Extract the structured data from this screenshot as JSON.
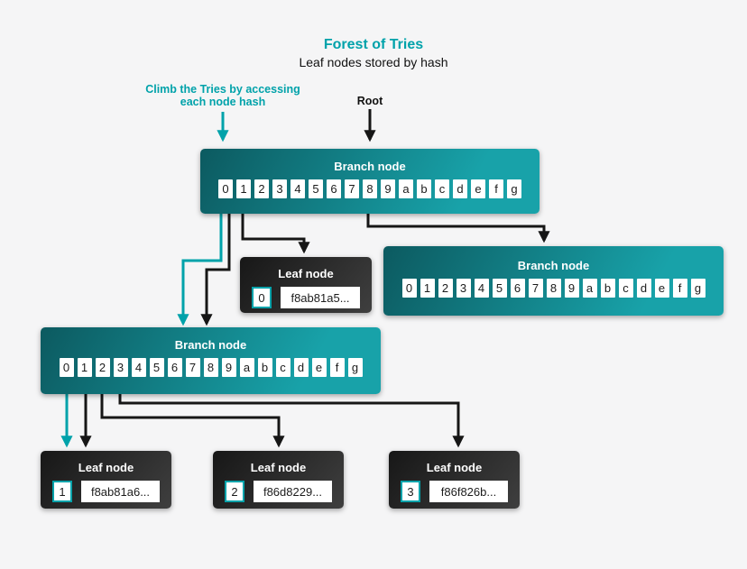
{
  "title": "Forest of Tries",
  "subtitle": "Leaf nodes stored by hash",
  "annotations": {
    "climb": "Climb the Tries by accessing each node hash",
    "root": "Root"
  },
  "colors": {
    "teal_accent": "#00a2aa",
    "black_line": "#161616",
    "branch_gradient_start": "#0c5a60",
    "branch_gradient_end": "#18a2a9",
    "leaf_gradient_start": "#171717",
    "leaf_gradient_end": "#3f3f3f",
    "background": "#f5f5f6"
  },
  "branch_nodes": [
    {
      "name": "branch-top",
      "title": "Branch node",
      "cells": [
        "0",
        "1",
        "2",
        "3",
        "4",
        "5",
        "6",
        "7",
        "8",
        "9",
        "a",
        "b",
        "c",
        "d",
        "e",
        "f",
        "g"
      ]
    },
    {
      "name": "branch-right",
      "title": "Branch node",
      "cells": [
        "0",
        "1",
        "2",
        "3",
        "4",
        "5",
        "6",
        "7",
        "8",
        "9",
        "a",
        "b",
        "c",
        "d",
        "e",
        "f",
        "g"
      ]
    },
    {
      "name": "branch-left",
      "title": "Branch node",
      "cells": [
        "0",
        "1",
        "2",
        "3",
        "4",
        "5",
        "6",
        "7",
        "8",
        "9",
        "a",
        "b",
        "c",
        "d",
        "e",
        "f",
        "g"
      ]
    }
  ],
  "leaf_nodes": [
    {
      "name": "leaf-0",
      "title": "Leaf node",
      "index": "0",
      "hash": "f8ab81a5..."
    },
    {
      "name": "leaf-1",
      "title": "Leaf node",
      "index": "1",
      "hash": "f8ab81a6..."
    },
    {
      "name": "leaf-2",
      "title": "Leaf node",
      "index": "2",
      "hash": "f86d8229..."
    },
    {
      "name": "leaf-3",
      "title": "Leaf node",
      "index": "3",
      "hash": "f86f826b..."
    }
  ]
}
